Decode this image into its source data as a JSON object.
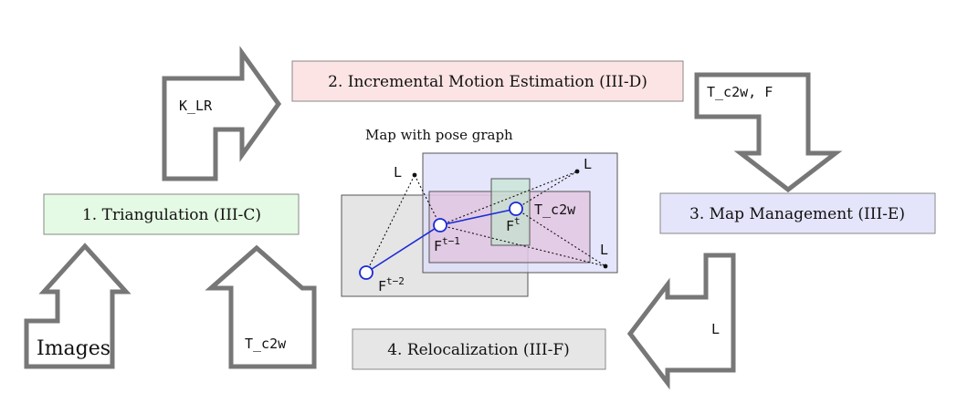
{
  "stages": {
    "incremental_motion": "2. Incremental Motion Estimation (III-D)",
    "triangulation": "1. Triangulation (III-C)",
    "map_management": "3. Map Management (III-E)",
    "relocalization": "4. Relocalization (III-F)"
  },
  "arrows": {
    "k_lr": "K_LR",
    "t_c2w_f": "T_c2w, F",
    "l_left": "L",
    "images": "Images",
    "t_c2w": "T_c2w"
  },
  "map": {
    "title": "Map with pose graph",
    "landmark_top_left": "L",
    "landmark_top_right": "L",
    "landmark_right": "L",
    "frame_prev2": "F",
    "frame_prev2_sup": "t−2",
    "frame_prev1": "F",
    "frame_prev1_sup": "t−1",
    "frame_current": "F",
    "frame_current_sup": "t",
    "pose_label": "T_c2w"
  },
  "colors": {
    "incremental_fill": "#fde4e4",
    "triangulation_fill": "#e4fae4",
    "map_mgmt_fill": "#e4e4fa",
    "reloc_fill": "#e6e6e6",
    "arrow_stroke": "#777777",
    "pose_graph_blue": "#1a2bd6",
    "region_gray": "#e0e0e0",
    "region_blue": "#e0e0fa",
    "region_pink": "#e6c8dc",
    "region_green": "#c8e6d2"
  }
}
